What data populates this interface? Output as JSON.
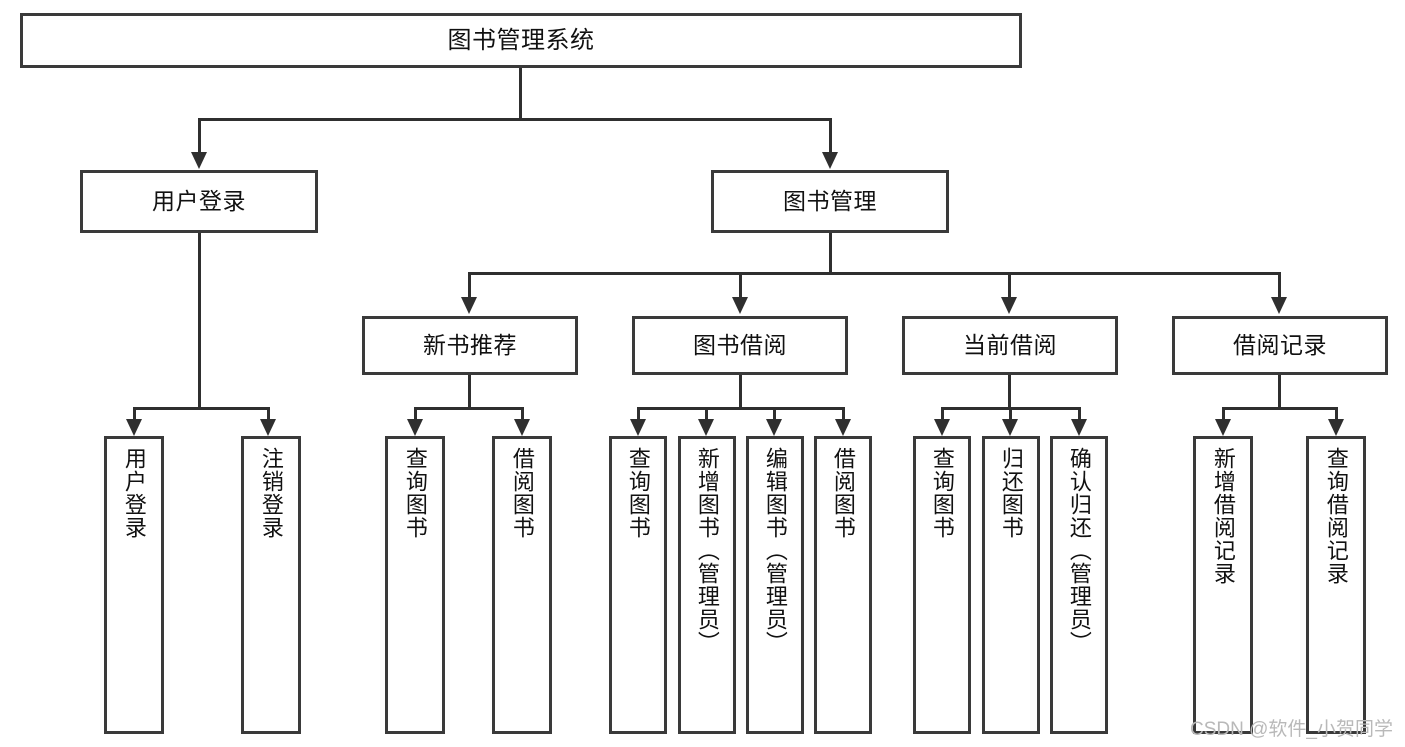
{
  "diagram": {
    "type": "tree-hierarchy",
    "title": "图书管理系统",
    "root": {
      "label": "图书管理系统"
    },
    "level2": [
      {
        "label": "用户登录"
      },
      {
        "label": "图书管理"
      }
    ],
    "level3": [
      {
        "label": "新书推荐"
      },
      {
        "label": "图书借阅"
      },
      {
        "label": "当前借阅"
      },
      {
        "label": "借阅记录"
      }
    ],
    "leaves": {
      "user_login": [
        {
          "label": "用户登录"
        },
        {
          "label": "注销登录"
        }
      ],
      "new_book_recommend": [
        {
          "label": "查询图书"
        },
        {
          "label": "借阅图书"
        }
      ],
      "book_borrow": [
        {
          "label": "查询图书"
        },
        {
          "label": "新增图书（管理员）"
        },
        {
          "label": "编辑图书（管理员）"
        },
        {
          "label": "借阅图书"
        }
      ],
      "current_borrow": [
        {
          "label": "查询图书"
        },
        {
          "label": "归还图书"
        },
        {
          "label": "确认归还（管理员）"
        }
      ],
      "borrow_record": [
        {
          "label": "新增借阅记录"
        },
        {
          "label": "查询借阅记录"
        }
      ]
    }
  },
  "watermark": {
    "text": "CSDN @软件_小贺同学"
  },
  "colors": {
    "box_border": "#3a3a3a",
    "connector": "#2f2f2f",
    "background": "#ffffff",
    "text": "#111111",
    "watermark": "#b9b9b9"
  }
}
